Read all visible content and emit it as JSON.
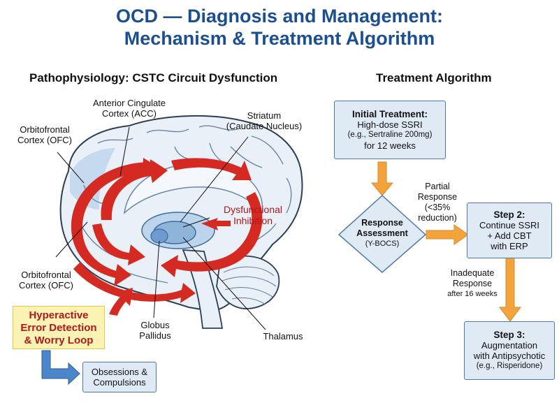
{
  "title": {
    "line1": "OCD — Diagnosis and Management:",
    "line2": "Mechanism & Treatment Algorithm"
  },
  "left_section": {
    "heading": "Pathophysiology: CSTC Circuit Dysfunction",
    "labels": {
      "acc_line1": "Anterior Cingulate",
      "acc_line2": "Cortex (ACC)",
      "ofc_top_line1": "Orbitofrontal",
      "ofc_top_line2": "Cortex (OFC)",
      "striatum_line1": "Striatum",
      "striatum_line2": "(Caudate Nucleus)",
      "dysfunctional_line1": "Dysfunctional",
      "dysfunctional_line2": "Inhibition",
      "ofc_bottom_line1": "Orbitofrontal",
      "ofc_bottom_line2": "Cortex (OFC)",
      "globus_line1": "Globus",
      "globus_line2": "Pallidus",
      "thalamus": "Thalamus"
    },
    "hyperactive_box": {
      "line1": "Hyperactive",
      "line2": "Error Detection",
      "line3": "& Worry Loop"
    },
    "outcome_box": {
      "line1": "Obsessions &",
      "line2": "Compulsions"
    }
  },
  "right_section": {
    "heading": "Treatment Algorithm",
    "initial": {
      "title": "Initial Treatment:",
      "line2": "High-dose SSRI",
      "line3": "(e.g., Sertraline 200mg)",
      "line4": "for 12 weeks"
    },
    "assessment": {
      "line1": "Response",
      "line2": "Assessment",
      "line3": "(Y-BOCS)"
    },
    "partial_response": {
      "line1": "Partial",
      "line2": "Response",
      "line3": "(<35%",
      "line4": "reduction)"
    },
    "step2": {
      "title": "Step 2:",
      "line2": "Continue SSRI",
      "line3": "+ Add CBT",
      "line4": "with ERP"
    },
    "inadequate": {
      "line1": "Inadequate",
      "line2": "Response",
      "line3": "after 16 weeks"
    },
    "step3": {
      "title": "Step 3:",
      "line2": "Augmentation",
      "line3": "with Antipsychotic",
      "line4": "(e.g., Risperidone)"
    }
  },
  "colors": {
    "title": "#1b4f92",
    "loop_arrow": "#d42a22",
    "flow_arrow": "#f2a33a",
    "box_fill": "#dfeaf5",
    "box_border": "#4f79a8",
    "highlight_fill": "#fbf3b4",
    "highlight_text": "#b3171c"
  }
}
